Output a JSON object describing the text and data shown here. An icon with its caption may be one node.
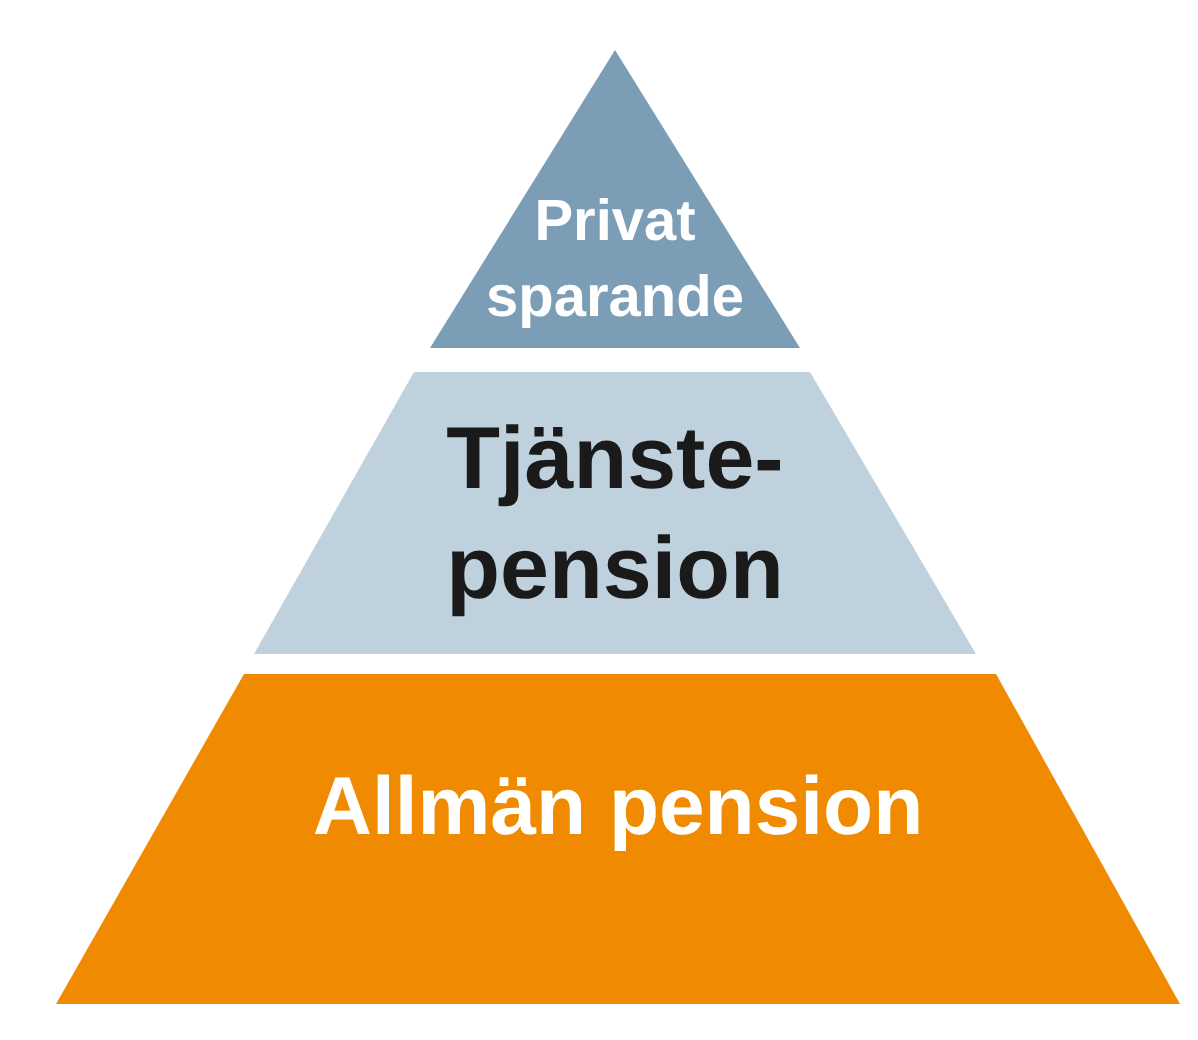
{
  "diagram": {
    "nodes": [
      {
        "text": [
          "Privat sparande"
        ]
      },
      {
        "text": [
          "Tjänste-pension"
        ]
      },
      {
        "text": [
          "Allmän pension"
        ]
      }
    ]
  }
}
